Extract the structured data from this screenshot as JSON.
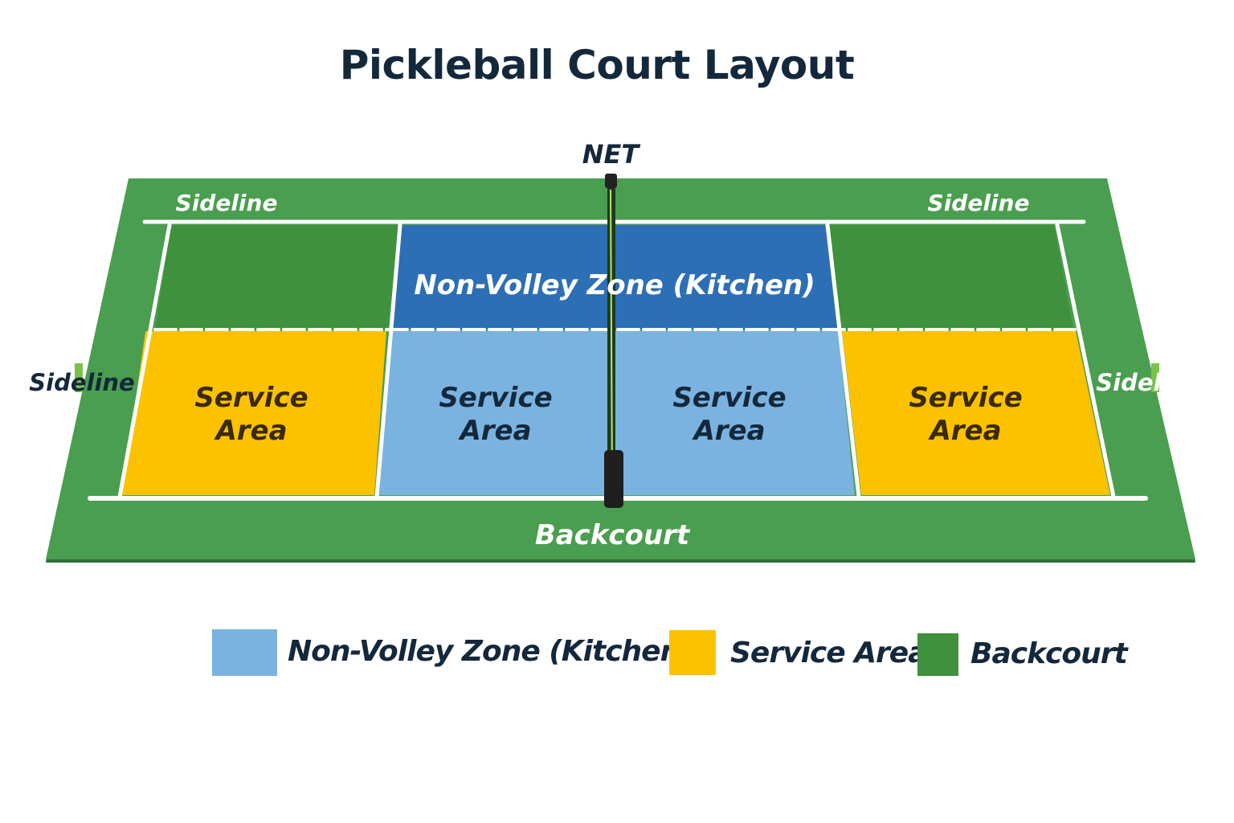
{
  "title": "Pickleball Court Layout",
  "labels": {
    "net": "NET",
    "sideline": "Sideline",
    "kitchen": "Non-Volley Zone (Kitchen)",
    "service_line1": "Service",
    "service_line2": "Area",
    "backcourt": "Backcourt"
  },
  "legend": [
    {
      "label": "Non-Volley Zone (Kitchen)",
      "color": "#7ab3df"
    },
    {
      "label": "Service Area",
      "color": "#fcc200"
    },
    {
      "label": "Backcourt",
      "color": "#3f913d"
    }
  ],
  "colors": {
    "surround": "#4a9e4f",
    "backcourt": "#3f913d",
    "kitchen": "#2d6fb5",
    "service_light": "#7ab3df",
    "service_yellow": "#fcc200",
    "lines": "#ffffff",
    "text_dark": "#14283c",
    "text_service_yellow": "#3a2a05"
  }
}
